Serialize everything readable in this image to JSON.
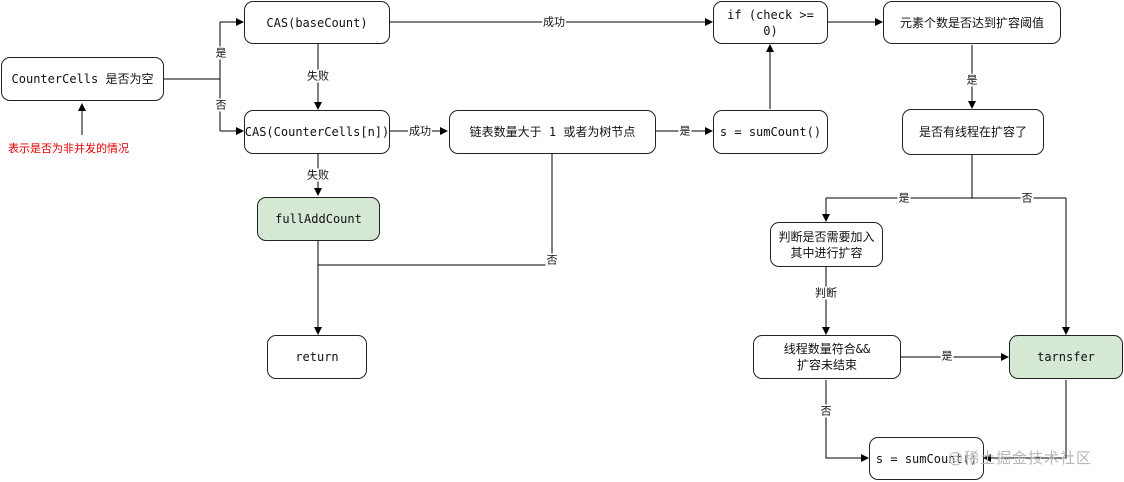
{
  "nodes": {
    "counter_cells_empty": "CounterCells 是否为空",
    "cas_basecount": "CAS(baseCount)",
    "cas_countercells": "CAS(CounterCells[n])",
    "full_add_count": "fullAddCount",
    "return": "return",
    "linked_list_check": "链表数量大于 1 或者为树节点",
    "sum_count_1": "s = sumCount()",
    "check_ge_zero": "if (check >= 0)",
    "element_threshold": "元素个数是否达到扩容阈值",
    "thread_resizing": "是否有线程在扩容了",
    "join_resize": "判断是否需要加入\n其中进行扩容",
    "thread_count_ok": "线程数量符合&&\n扩容未结束",
    "transfer": "tarnsfer",
    "sum_count_2": "s = sumCount()"
  },
  "edge_labels": {
    "yes_top": "是",
    "no_left": "否",
    "fail_1": "失败",
    "fail_2": "失败",
    "success_top": "成功",
    "success_mid": "成功",
    "yes_mid": "是",
    "no_list": "否",
    "yes_threshold": "是",
    "yes_resizing": "是",
    "no_resizing": "否",
    "judge": "判断",
    "yes_transfer": "是",
    "no_sum": "否"
  },
  "note": "表示是否为非并发的情况",
  "watermark": "@稀土掘金技术社区"
}
